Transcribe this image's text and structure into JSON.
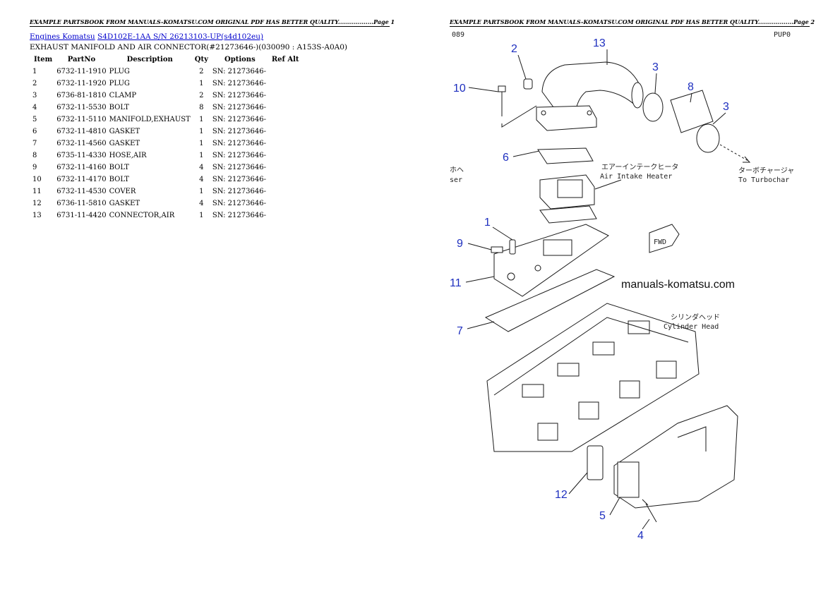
{
  "pages": [
    {
      "header": "EXAMPLE PARTSBOOK FROM MANUALS-KOMATSU.COM ORIGINAL PDF HAS BETTER QUALITY..................Page 1"
    },
    {
      "header": "EXAMPLE PARTSBOOK FROM MANUALS-KOMATSU.COM ORIGINAL PDF HAS BETTER QUALITY..................Page 2"
    }
  ],
  "breadcrumb": {
    "link1": "Engines Komatsu",
    "link2": "S4D102E-1AA S/N 26213103-UP(s4d102eu)"
  },
  "section_title": "EXHAUST MANIFOLD AND AIR CONNECTOR(#21273646-)(030090 : A153S-A0A0)",
  "table": {
    "headers": [
      "Item",
      "PartNo",
      "Description",
      "Qty",
      "Options",
      "Ref Alt"
    ],
    "rows": [
      {
        "item": "1",
        "part_no": "6732-11-1910",
        "description": "PLUG",
        "qty": "2",
        "options": "SN: 21273646-"
      },
      {
        "item": "2",
        "part_no": "6732-11-1920",
        "description": "PLUG",
        "qty": "1",
        "options": "SN: 21273646-"
      },
      {
        "item": "3",
        "part_no": "6736-81-1810",
        "description": "CLAMP",
        "qty": "2",
        "options": "SN: 21273646-"
      },
      {
        "item": "4",
        "part_no": "6732-11-5530",
        "description": "BOLT",
        "qty": "8",
        "options": "SN: 21273646-"
      },
      {
        "item": "5",
        "part_no": "6732-11-5110",
        "description": "MANIFOLD,EXHAUST",
        "qty": "1",
        "options": "SN: 21273646-"
      },
      {
        "item": "6",
        "part_no": "6732-11-4810",
        "description": "GASKET",
        "qty": "1",
        "options": "SN: 21273646-"
      },
      {
        "item": "7",
        "part_no": "6732-11-4560",
        "description": "GASKET",
        "qty": "1",
        "options": "SN: 21273646-"
      },
      {
        "item": "8",
        "part_no": "6735-11-4330",
        "description": "HOSE,AIR",
        "qty": "1",
        "options": "SN: 21273646-"
      },
      {
        "item": "9",
        "part_no": "6732-11-4160",
        "description": "BOLT",
        "qty": "4",
        "options": "SN: 21273646-"
      },
      {
        "item": "10",
        "part_no": "6732-11-4170",
        "description": "BOLT",
        "qty": "4",
        "options": "SN: 21273646-"
      },
      {
        "item": "11",
        "part_no": "6732-11-4530",
        "description": "COVER",
        "qty": "1",
        "options": "SN: 21273646-"
      },
      {
        "item": "12",
        "part_no": "6736-11-5810",
        "description": "GASKET",
        "qty": "4",
        "options": "SN: 21273646-"
      },
      {
        "item": "13",
        "part_no": "6731-11-4420",
        "description": "CONNECTOR,AIR",
        "qty": "1",
        "options": "SN: 21273646-"
      }
    ]
  },
  "diagram": {
    "corner_left": "089",
    "corner_right": "PUP0",
    "callouts": [
      "2",
      "13",
      "3",
      "8",
      "3",
      "10",
      "6",
      "1",
      "9",
      "11",
      "7",
      "12",
      "5",
      "4"
    ],
    "label_air_heater_jp": "エアーインテークヒータ",
    "label_air_heater_en": "Air Intake Heater",
    "label_turbo_jp": "ターボチャージャ",
    "label_turbo_en": "To Turbochar",
    "label_cyl_jp": "シリンダヘッド",
    "label_cyl_en": "Cylinder Head",
    "label_left_jp": "ホヘ",
    "label_left_en": "ser",
    "fwd": "FWD",
    "watermark": "manuals-komatsu.com"
  }
}
